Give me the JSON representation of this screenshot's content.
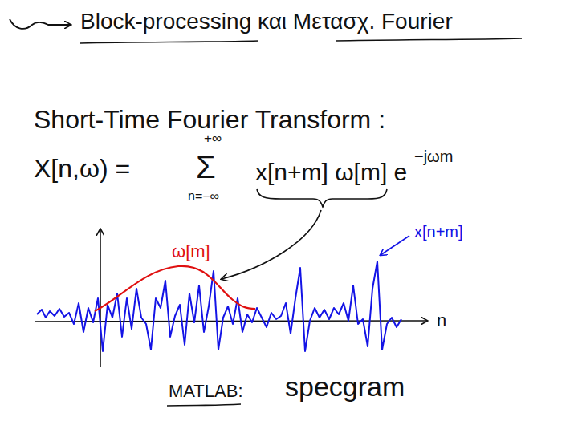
{
  "diagram": {
    "title": "Block-processing και Μετασχ. Fourier",
    "labels": [
      "Short-Time Fourier Transform :",
      "X[n,ω) =",
      "+∞",
      "Σ",
      "n=−∞",
      "x[n+m] ω[m] e",
      "−jωm",
      "ω[m]",
      "x[n+m]",
      "n",
      "MATLAB:",
      "specgram"
    ]
  }
}
